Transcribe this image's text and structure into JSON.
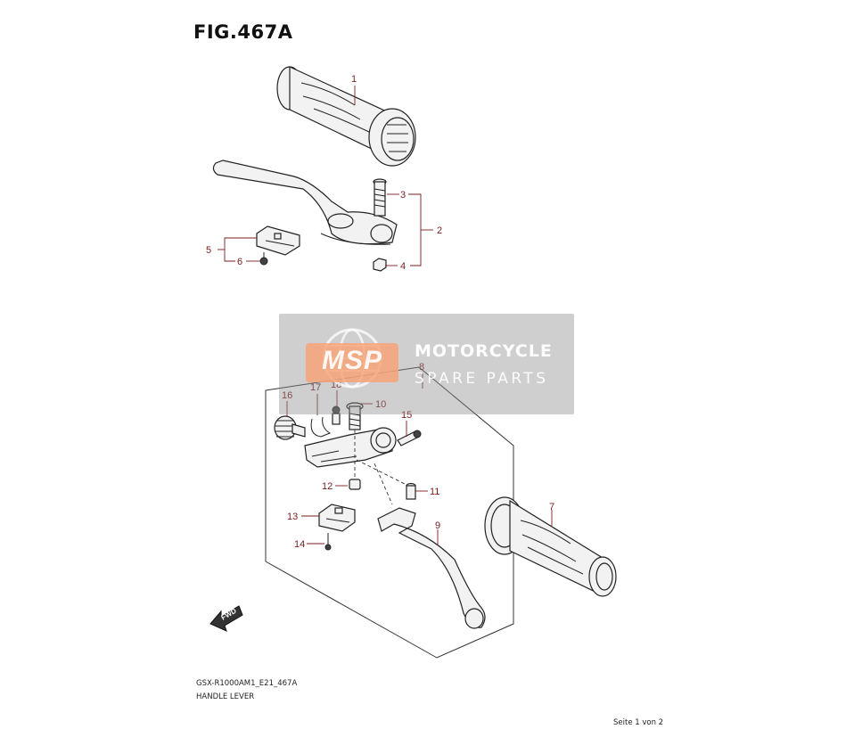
{
  "figure": {
    "title": "FIG.467A",
    "model_code": "GSX-R1000AM1_E21_467A",
    "description": "HANDLE LEVER",
    "page": "Seite 1 von 2"
  },
  "watermark": {
    "logo_text": "MSP",
    "title": "MOTORCYCLE",
    "subtitle": "SPARE PARTS"
  },
  "fwd_label": "FWD",
  "callouts": [
    {
      "id": "1",
      "label": "1"
    },
    {
      "id": "2",
      "label": "2"
    },
    {
      "id": "3",
      "label": "3"
    },
    {
      "id": "4",
      "label": "4"
    },
    {
      "id": "5",
      "label": "5"
    },
    {
      "id": "6",
      "label": "6"
    },
    {
      "id": "7",
      "label": "7"
    },
    {
      "id": "8",
      "label": "8"
    },
    {
      "id": "9",
      "label": "9"
    },
    {
      "id": "10",
      "label": "10"
    },
    {
      "id": "11",
      "label": "11"
    },
    {
      "id": "12",
      "label": "12"
    },
    {
      "id": "13",
      "label": "13"
    },
    {
      "id": "14",
      "label": "14"
    },
    {
      "id": "15",
      "label": "15"
    },
    {
      "id": "16",
      "label": "16"
    },
    {
      "id": "17",
      "label": "17"
    },
    {
      "id": "18",
      "label": "18"
    }
  ],
  "colors": {
    "callout": "#7a1c1c",
    "line": "#222222",
    "watermark_bg": "#8c8c8c",
    "watermark_logo": "#f6a378"
  }
}
